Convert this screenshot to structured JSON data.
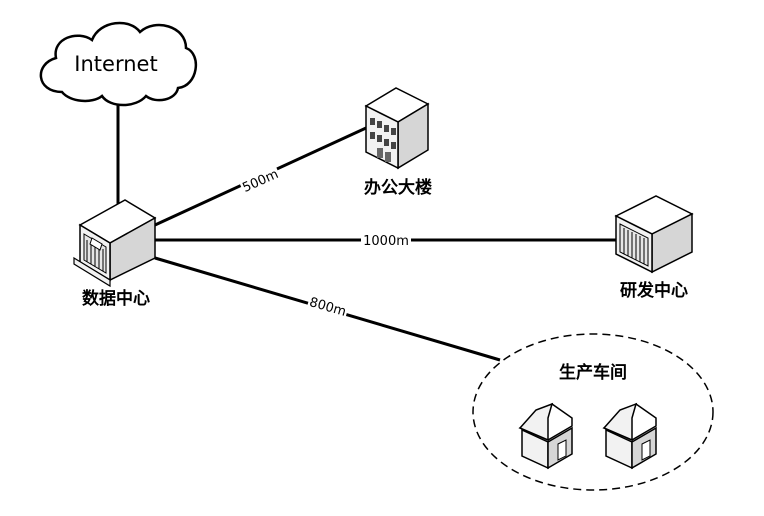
{
  "internet": {
    "label": "Internet"
  },
  "nodes": {
    "datacenter": {
      "label": "数据中心"
    },
    "office": {
      "label": "办公大楼"
    },
    "rnd": {
      "label": "研发中心"
    },
    "workshop": {
      "label": "生产车间"
    }
  },
  "links": {
    "office": {
      "distance": "500m"
    },
    "rnd": {
      "distance": "1000m"
    },
    "workshop": {
      "distance": "800m"
    }
  },
  "colors": {
    "line": "#000000",
    "device_face": "#f2f2f2",
    "device_side": "#d6d6d6",
    "device_top": "#ffffff"
  },
  "icons": {
    "internet": "cloud-icon",
    "datacenter": "server-icon",
    "office": "office-building-icon",
    "rnd": "server-icon",
    "workshop": "house-icon"
  }
}
